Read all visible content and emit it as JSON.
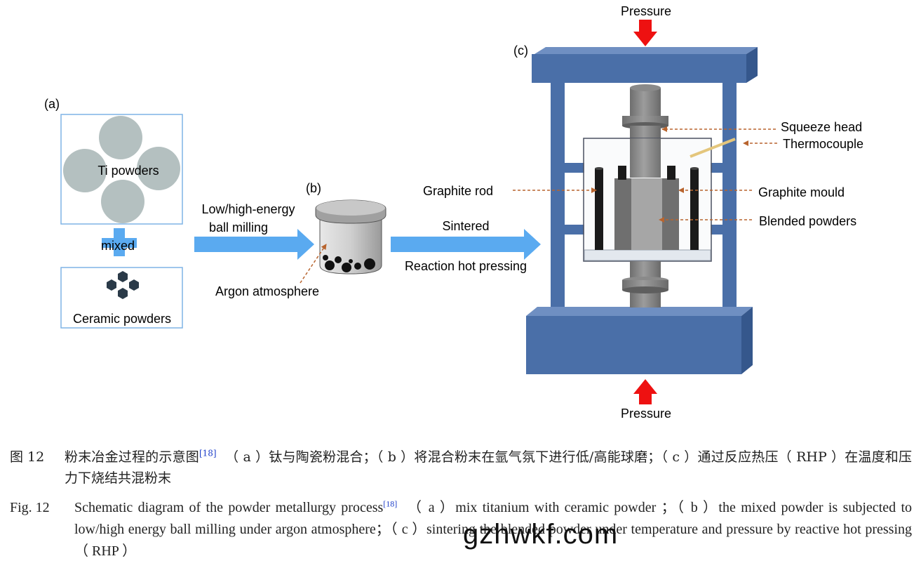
{
  "labels": {
    "a": "(a)",
    "b": "(b)",
    "c": "(c)",
    "ti_powders": "Ti powders",
    "mixed": "mixed",
    "ceramic_powders": "Ceramic powders",
    "milling_line1": "Low/high-energy",
    "milling_line2": "ball milling",
    "argon": "Argon atmosphere",
    "sintered": "Sintered",
    "rhp": "Reaction hot pressing",
    "pressure_top": "Pressure",
    "pressure_bottom": "Pressure",
    "squeeze_head": "Squeeze head",
    "thermocouple": "Thermocouple",
    "graphite_rod": "Graphite rod",
    "graphite_mould": "Graphite mould",
    "blended_powders": "Blended powders"
  },
  "colors": {
    "frame_blue": "#4a6fa8",
    "arrow_blue": "#5aaaf0",
    "pressure_red": "#ee1111",
    "leader_orange": "#b8642e",
    "ti_circle": "#b4c0c0",
    "ceramic_hex": "#2a3a48"
  },
  "caption": {
    "cn_number": "图 12",
    "cn_title": "粉末冶金过程的示意图",
    "cn_ref": "[18]",
    "cn_body": "（ a ）钛与陶瓷粉混合；（ b ）将混合粉末在氩气氛下进行低/高能球磨；（ c ）通过反应热压（ RHP ）在温度和压力下烧结共混粉末",
    "en_number": "Fig. 12",
    "en_title": "Schematic diagram of the powder metallurgy process",
    "en_ref": "[18]",
    "en_body": "（ a ）mix titanium with ceramic powder ；（ b ）the mixed powder is subjected to low/high energy ball milling under argon atmosphere；（ c ）sintering the blended powder under temperature and pressure by reactive hot pressing（ RHP ）"
  },
  "watermark": "gzhwkf.com"
}
